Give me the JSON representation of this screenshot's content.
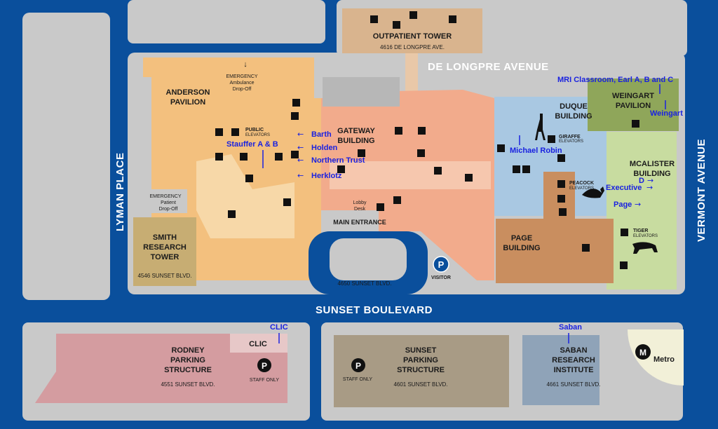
{
  "streets": {
    "north": "DE LONGPRE AVENUE",
    "south": "SUNSET BOULEVARD",
    "west": "LYMAN PLACE",
    "east": "VERMONT AVENUE"
  },
  "buildings": {
    "outpatient": {
      "name": "OUTPATIENT TOWER",
      "address": "4616 DE LONGPRE AVE."
    },
    "anderson": {
      "line1": "ANDERSON",
      "line2": "PAVILION"
    },
    "gateway": {
      "line1": "GATEWAY",
      "line2": "BUILDING"
    },
    "duque": {
      "line1": "DUQUE",
      "line2": "BUILDING"
    },
    "weingart": {
      "line1": "WEINGART",
      "line2": "PAVILION"
    },
    "mcalister": {
      "line1": "MCALISTER",
      "line2": "BUILDING"
    },
    "page": {
      "line1": "PAGE",
      "line2": "BUILDING"
    },
    "smith": {
      "line1": "SMITH",
      "line2": "RESEARCH",
      "line3": "TOWER",
      "address": "4546 SUNSET BLVD."
    },
    "main": {
      "label": "MAIN ENTRANCE",
      "address": "4650 SUNSET BLVD."
    },
    "rodney": {
      "line1": "RODNEY",
      "line2": "PARKING",
      "line3": "STRUCTURE",
      "address": "4551 SUNSET BLVD.",
      "clic": "CLIC",
      "staff": "STAFF ONLY"
    },
    "sunset_parking": {
      "line1": "SUNSET",
      "line2": "PARKING",
      "line3": "STRUCTURE",
      "address": "4601 SUNSET BLVD.",
      "staff": "STAFF ONLY"
    },
    "saban": {
      "line1": "SABAN",
      "line2": "RESEARCH",
      "line3": "INSTITUTE",
      "address": "4661 SUNSET BLVD."
    }
  },
  "labels": {
    "emergency_top": {
      "line1": "EMERGENCY",
      "line2": "Ambulance",
      "line3": "Drop-Off"
    },
    "emergency_left": {
      "line1": "EMERGENCY",
      "line2": "Patient",
      "line3": "Drop-Off"
    },
    "public_elev": {
      "line1": "PUBLIC",
      "line2": "ELEVATORS"
    },
    "giraffe_elev": {
      "line1": "GIRAFFE",
      "line2": "ELEVATORS"
    },
    "peacock_elev": {
      "line1": "PEACOCK",
      "line2": "ELEVATORS"
    },
    "tiger_elev": {
      "line1": "TIGER",
      "line2": "ELEVATORS"
    },
    "lobby": {
      "line1": "Lobby",
      "line2": "Desk"
    },
    "visitor": "VISITOR",
    "metro": "Metro",
    "parking_symbol": "P",
    "metro_symbol": "M"
  },
  "annotations": {
    "barth": "Barth",
    "holden": "Holden",
    "northern": "Northern Trust",
    "herklotz": "Herklotz",
    "stauffer": "Stauffer A & B",
    "michael": "Michael Robin",
    "mri": "MRI Classroom, Earl A, B and C",
    "weingart": "Weingart",
    "d": "D",
    "executive": "Executive",
    "page": "Page",
    "clic": "CLIC",
    "saban": "Saban"
  },
  "colors": {
    "background": "#0a4f9c",
    "street_block": "#c9c9c9",
    "anderson": "#f3c07e",
    "gateway": "#f2ab8c",
    "duque": "#a9c8e2",
    "mcalister": "#c8dca0",
    "weingart": "#8fa65a",
    "page": "#c98e5f",
    "outpatient": "#d9b48e",
    "rodney": "#d49ca0",
    "sunset_parking": "#a89b85",
    "saban": "#8fa3b8",
    "annotation": "#1a22e0"
  }
}
